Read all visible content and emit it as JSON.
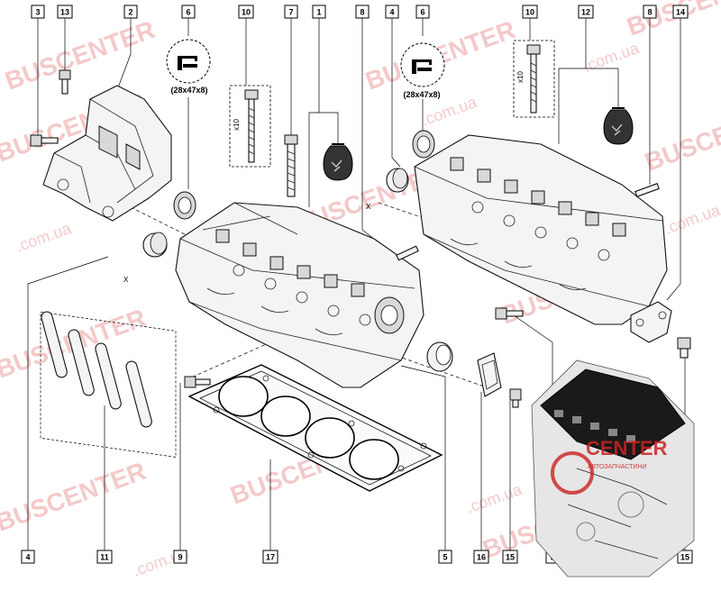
{
  "callouts_top": [
    {
      "id": "c3",
      "label": "3"
    },
    {
      "id": "c13",
      "label": "13"
    },
    {
      "id": "c2",
      "label": "2"
    },
    {
      "id": "c6a",
      "label": "6"
    },
    {
      "id": "c10a",
      "label": "10"
    },
    {
      "id": "c7",
      "label": "7"
    },
    {
      "id": "c1",
      "label": "1"
    },
    {
      "id": "c8a",
      "label": "8"
    },
    {
      "id": "c4a",
      "label": "4"
    },
    {
      "id": "c6b",
      "label": "6"
    },
    {
      "id": "c10b",
      "label": "10"
    },
    {
      "id": "c12",
      "label": "12"
    },
    {
      "id": "c8b",
      "label": "8"
    },
    {
      "id": "c14",
      "label": "14"
    }
  ],
  "callouts_bottom": [
    {
      "id": "b4",
      "label": "4"
    },
    {
      "id": "b11",
      "label": "11"
    },
    {
      "id": "b9a",
      "label": "9"
    },
    {
      "id": "b17",
      "label": "17"
    },
    {
      "id": "b5",
      "label": "5"
    },
    {
      "id": "b16",
      "label": "16"
    },
    {
      "id": "b15a",
      "label": "15"
    },
    {
      "id": "b9b",
      "label": "9"
    },
    {
      "id": "b15b",
      "label": "15"
    }
  ],
  "seal_size_left": "(28x47x8)",
  "seal_size_right": "(28x47x8)",
  "qty_left": "x10",
  "qty_right": "x10",
  "marker_x_left": "X",
  "marker_x_right": "X",
  "watermark_brand": "BUSCENTER",
  "watermark_domain": ".com.ua",
  "logo_text": "CENTER",
  "logo_subtext": "АВТОЗАПЧАСТИНИ"
}
